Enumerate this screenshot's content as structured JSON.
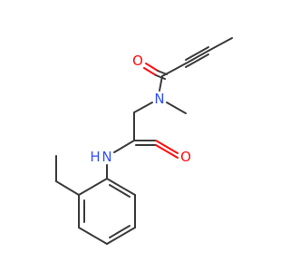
{
  "colors": {
    "background": "#ffffff",
    "carbon_bond": "#3a3a3a",
    "oxygen": "#ff0d0d",
    "nitrogen": "#3050f8"
  },
  "atoms": {
    "o_top": "O",
    "n_top": "N",
    "o_mid": "O",
    "nh": "N",
    "nh_h": "H"
  }
}
